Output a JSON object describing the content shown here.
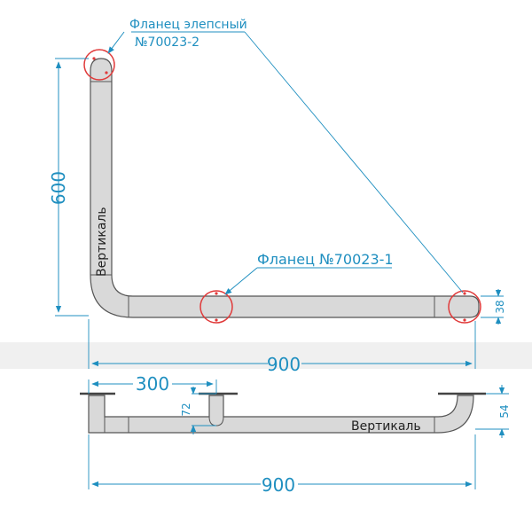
{
  "labels": {
    "flange_top_line1": "Фланец элепсный",
    "flange_top_line2": "№70023-2",
    "flange_mid": "Фланец №70023-1",
    "vertical_top": "Вертикаль",
    "vertical_bottom": "Вертикаль"
  },
  "dimensions": {
    "height_top": "600",
    "width_top": "900",
    "thickness_top": "38",
    "offset_bottom": "300",
    "depth_bottom": "72",
    "height_bottom": "54",
    "width_bottom": "900"
  },
  "colors": {
    "dimension": "#1f8fc0",
    "rail_fill": "#d9d9d9",
    "rail_stroke": "#555555",
    "flange": "#e03a3a",
    "band": "#f0f0f0"
  }
}
